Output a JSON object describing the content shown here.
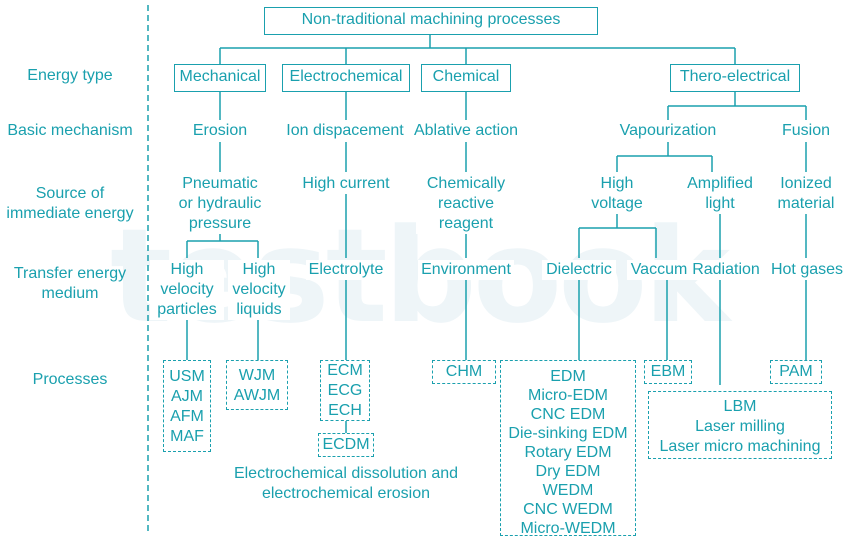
{
  "title": "Non-traditional machining processes",
  "row_labels": {
    "energy": "Energy type",
    "mechanism": "Basic mechanism",
    "source": "Source of\nimmediate energy",
    "transfer": "Transfer energy\nmedium",
    "processes": "Processes"
  },
  "energy_types": {
    "mechanical": "Mechanical",
    "electrochemical": "Electrochemical",
    "chemical": "Chemical",
    "thermo": "Thero-electrical"
  },
  "mechanisms": {
    "erosion": "Erosion",
    "ion": "Ion dispacement",
    "ablative": "Ablative action",
    "vapour": "Vapourization",
    "fusion": "Fusion"
  },
  "sources": {
    "pneumatic": "Pneumatic\nor hydraulic\npressure",
    "current": "High current",
    "chem": "Chemically\nreactive\nreagent",
    "voltage": "High\nvoltage",
    "light": "Amplified\nlight",
    "ionized": "Ionized\nmaterial"
  },
  "transfer": {
    "particles": "High\nvelocity\nparticles",
    "liquids": "High\nvelocity\nliquids",
    "electrolyte": "Electrolyte",
    "environment": "Environment",
    "dielectric": "Dielectric",
    "vaccum": "Vaccum",
    "radiation": "Radiation",
    "hotgases": "Hot gases"
  },
  "processes": {
    "mech_particles": "USM\nAJM\nAFM\nMAF",
    "mech_liquids": "WJM\nAWJM",
    "electrochem": "ECM\nECG\nECH",
    "ecdm": "ECDM",
    "ecdm_note": "Electrochemical dissolution and\nelectrochemical erosion",
    "chm": "CHM",
    "edm": "EDM\nMicro-EDM\nCNC EDM\nDie-sinking EDM\nRotary EDM\nDry EDM\nWEDM\nCNC WEDM\nMicro-WEDM",
    "ebm": "EBM",
    "pam": "PAM",
    "lbm": "LBM\nLaser milling\nLaser micro machining"
  },
  "watermark": "testbook",
  "colors": {
    "line": "#1aa0ae",
    "watermark": "#eef5f8"
  }
}
